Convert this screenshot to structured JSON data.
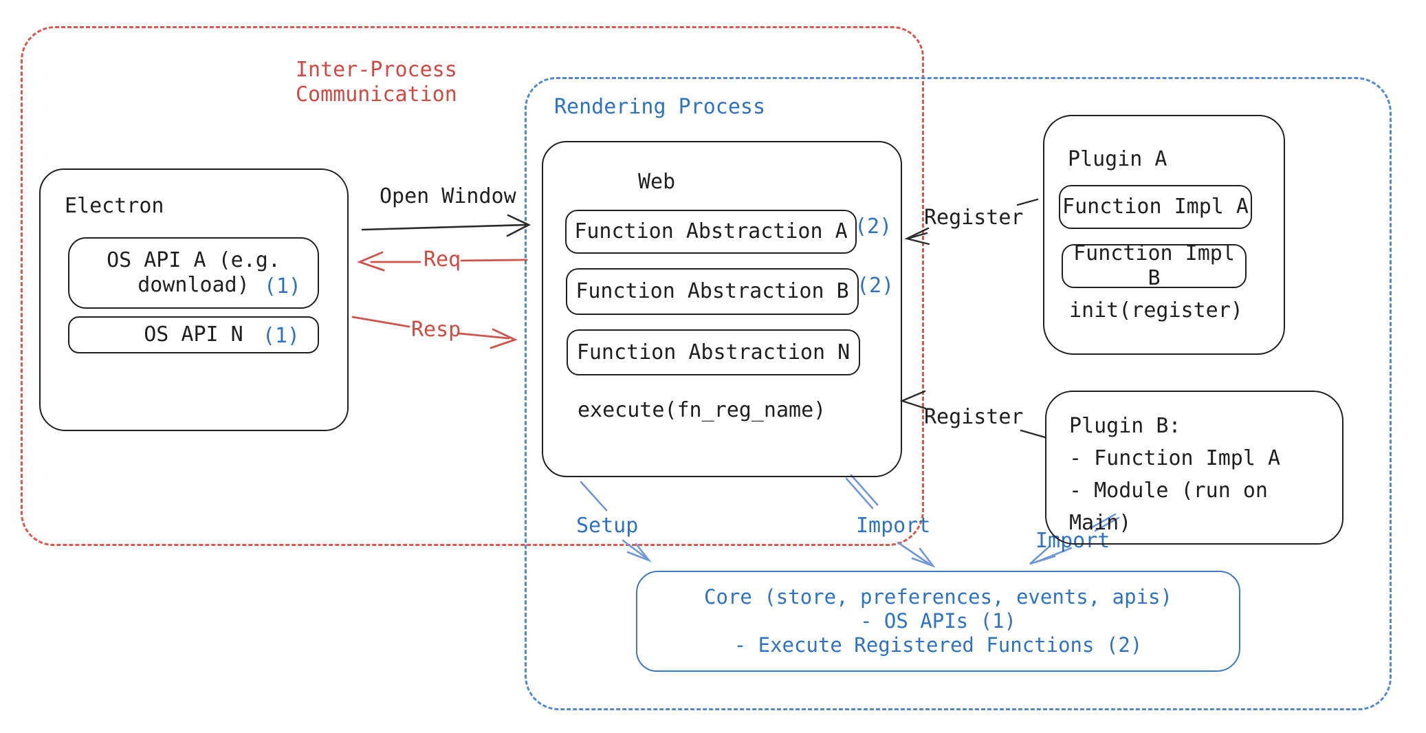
{
  "regions": {
    "ipc": {
      "label_line1": "Inter-Process",
      "label_line2": "Communication",
      "color": "#d04a42"
    },
    "rendering": {
      "label": "Rendering Process",
      "color": "#2e72c2"
    }
  },
  "electron": {
    "title": "Electron",
    "api_a_line1": "OS API A (e.g.",
    "api_a_line2": "download)",
    "api_a_badge": "(1)",
    "api_n_label": "OS API N",
    "api_n_badge": "(1)"
  },
  "web": {
    "title": "Web",
    "fn_a_label": "Function Abstraction A",
    "fn_a_badge": "(2)",
    "fn_b_label": "Function Abstraction B",
    "fn_b_badge": "(2)",
    "fn_n_label": "Function Abstraction N",
    "execute_label": "execute(fn_reg_name)"
  },
  "plugin_a": {
    "title": "Plugin A",
    "impl_a_label": "Function Impl A",
    "impl_b_label": "Function Impl B",
    "init_label": "init(register)"
  },
  "plugin_b": {
    "line1": "Plugin B:",
    "line2": "- Function Impl A",
    "line3": "- Module (run on Main)"
  },
  "core": {
    "line1": "Core (store, preferences, events, apis)",
    "line2": "- OS APIs (1)",
    "line3": "- Execute Registered Functions (2)"
  },
  "arrows": {
    "open_window_label": "Open Window",
    "req_label": "Req",
    "resp_label": "Resp",
    "register_a_label": "Register",
    "register_b_label": "Register",
    "setup_label": "Setup",
    "import_web_label": "Import",
    "import_plugin_label": "Import"
  },
  "colors": {
    "red": "#d04a42",
    "blue": "#2e72c2",
    "blue_dashed_border": "#5288cd",
    "blue_arrow": "#6d97da",
    "black": "#1f1f1f"
  }
}
